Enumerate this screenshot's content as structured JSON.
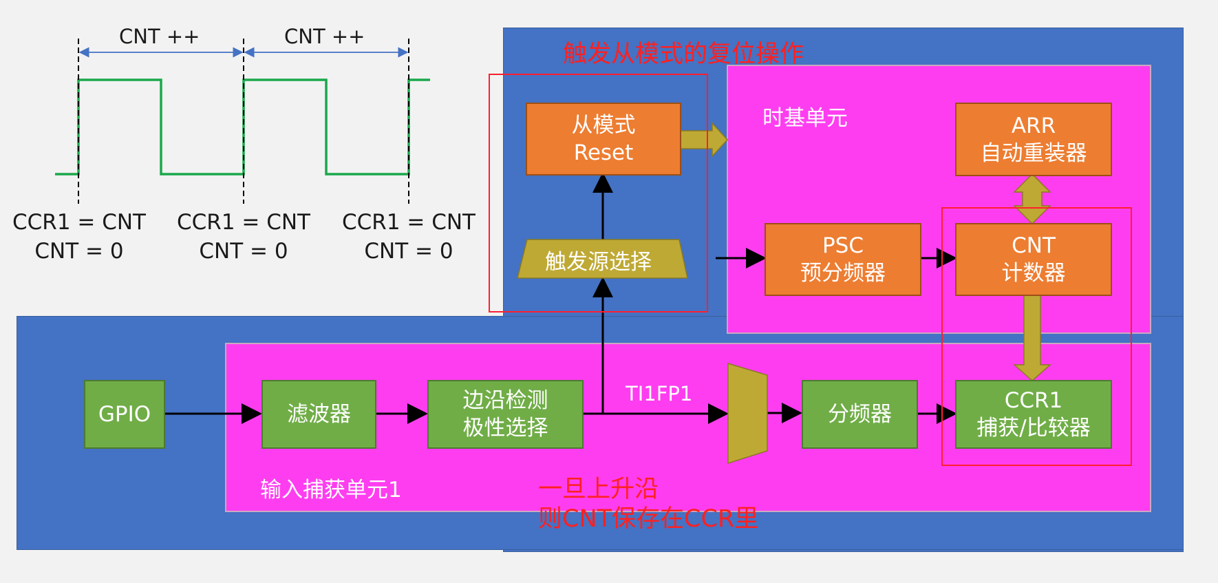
{
  "waveform": {
    "cnt_increment_labels": [
      "CNT ++",
      "CNT ++"
    ],
    "capture_labels": [
      {
        "line1": "CCR1 = CNT",
        "line2": "CNT = 0"
      },
      {
        "line1": "CCR1 = CNT",
        "line2": "CNT = 0"
      },
      {
        "line1": "CCR1 = CNT",
        "line2": "CNT = 0"
      }
    ],
    "signal_color": "#1aa84a"
  },
  "annotations": {
    "slave_reset_title": "触发从模式的复位操作",
    "rising_edge_note_line1": "一旦上升沿",
    "rising_edge_note_line2": "则CNT保存在CCR里"
  },
  "time_base": {
    "title": "时基单元",
    "arr": {
      "line1": "ARR",
      "line2": "自动重装器"
    },
    "psc": {
      "line1": "PSC",
      "line2": "预分频器"
    },
    "cnt": {
      "line1": "CNT",
      "line2": "计数器"
    }
  },
  "slave_mode": {
    "line1": "从模式",
    "line2": "Reset",
    "trigger_select": "触发源选择"
  },
  "input_capture": {
    "title": "输入捕获单元1",
    "gpio": "GPIO",
    "filter": "滤波器",
    "edge_detect": {
      "line1": "边沿检测",
      "line2": "极性选择"
    },
    "signal_name": "TI1FP1",
    "prescaler": "分频器",
    "ccr1": {
      "line1": "CCR1",
      "line2": "捕获/比较器"
    }
  },
  "colors": {
    "blue_bg": "#4472c4",
    "magenta": "#ff3df0",
    "orange": "#ed7d31",
    "green": "#70ad47",
    "olive": "#bfa935",
    "red": "#ff2020"
  }
}
